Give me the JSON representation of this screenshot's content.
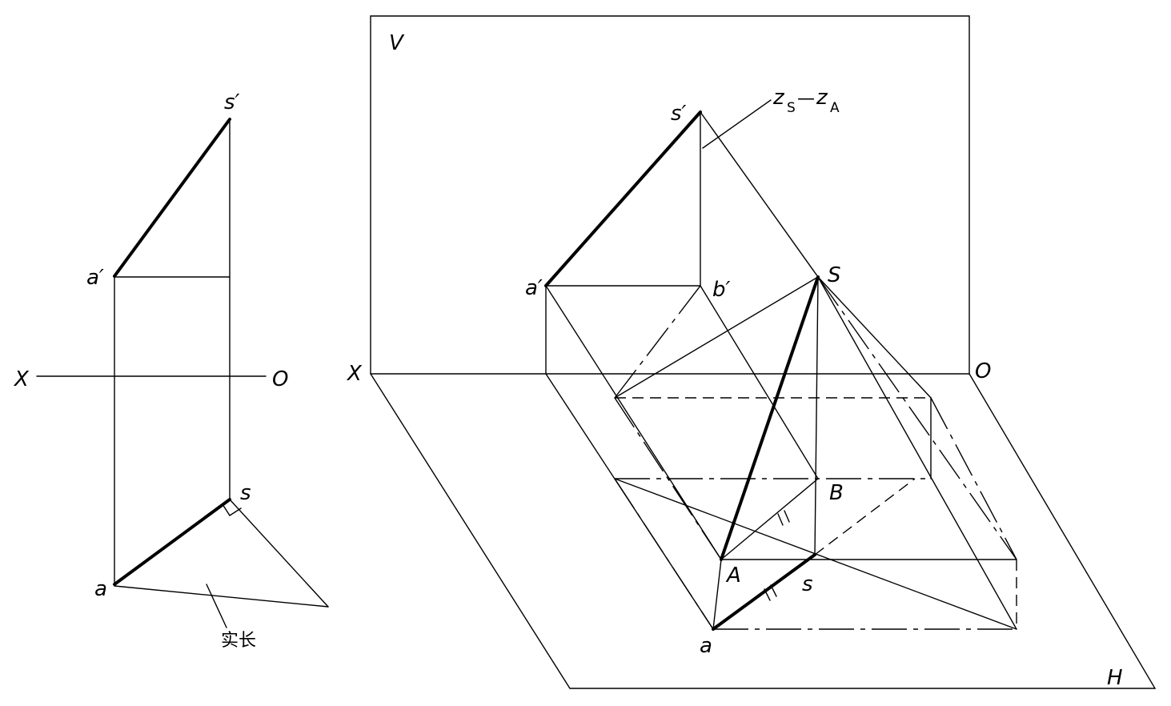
{
  "left_view": {
    "labels": {
      "s_prime": "s′",
      "a_prime": "a′",
      "x_axis": "X",
      "o_axis": "O",
      "s": "s",
      "a": "a",
      "true_length": "实长"
    }
  },
  "right_view": {
    "labels": {
      "v_plane": "V",
      "h_plane": "H",
      "x_axis": "X",
      "o_axis": "O",
      "s_prime": "s′",
      "a_prime": "a′",
      "b_prime": "b′",
      "point_S": "S",
      "point_A": "A",
      "point_B": "B",
      "s": "s",
      "a": "a",
      "z_s": "z",
      "z_s_sub": "S",
      "z_dash": "—",
      "z_a": "z",
      "z_a_sub": "A"
    }
  }
}
